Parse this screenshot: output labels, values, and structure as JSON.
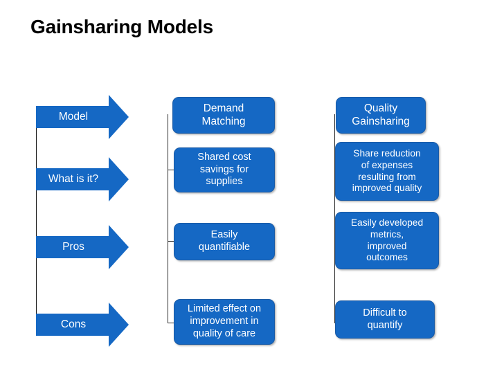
{
  "slide": {
    "title": "Gainsharing Models",
    "background_color": "#ffffff",
    "accent_color": "#1568c4",
    "accent_border_color": "#1a5ba6",
    "connector_color": "#2b2b2b",
    "text_color": "#ffffff",
    "title_color": "#000000"
  },
  "row_labels": {
    "items": [
      {
        "label": "Model"
      },
      {
        "label": "What is it?"
      },
      {
        "label": "Pros"
      },
      {
        "label": "Cons"
      }
    ]
  },
  "columns": [
    {
      "header": "Demand\nMatching",
      "cells": [
        {
          "label": "Shared cost\nsavings for\nsupplies"
        },
        {
          "label": "Easily\nquantifiable"
        },
        {
          "label": "Limited effect on\nimprovement in\nquality of care"
        }
      ]
    },
    {
      "header": "Quality\nGainsharing",
      "cells": [
        {
          "label": "Share reduction\nof expenses\nresulting from\nimproved quality"
        },
        {
          "label": "Easily developed\nmetrics,\nimproved\noutcomes"
        },
        {
          "label": "Difficult to\nquantify"
        }
      ]
    }
  ]
}
